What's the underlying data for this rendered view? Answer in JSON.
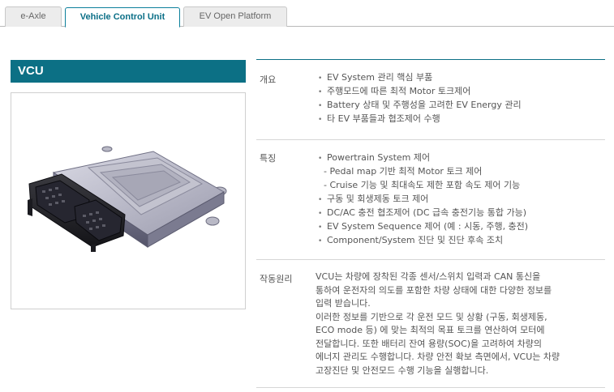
{
  "tabs": [
    {
      "label": "e-Axle"
    },
    {
      "label": "Vehicle Control Unit"
    },
    {
      "label": "EV Open Platform"
    }
  ],
  "active_tab_index": 1,
  "product": {
    "title": "VCU",
    "image_alt_icon": "vcu-hardware-image"
  },
  "sections": {
    "overview": {
      "label": "개요",
      "items": [
        "EV System 관리 핵심 부품",
        "주행모드에 따른 최적 Motor 토크제어",
        "Battery 상태 및 주행성을 고려한 EV Energy 관리",
        "타 EV 부품들과 협조제어 수행"
      ]
    },
    "features": {
      "label": "특징",
      "items": [
        {
          "text": "Powertrain System 제어",
          "sub": false
        },
        {
          "text": "- Pedal map 기반 최적 Motor 토크 제어",
          "sub": true
        },
        {
          "text": "- Cruise 기능 및 최대속도 제한 포함 속도 제어 기능",
          "sub": true
        },
        {
          "text": "구동 및 회생제동 토크 제어",
          "sub": false
        },
        {
          "text": "DC/AC 충전 협조제어 (DC 급속 충전기능 통합 가능)",
          "sub": false
        },
        {
          "text": "EV System Sequence 제어 (예 : 시동, 주행, 충전)",
          "sub": false
        },
        {
          "text": "Component/System 진단 및 진단 후속 조치",
          "sub": false
        }
      ]
    },
    "principle": {
      "label": "작동원리",
      "lines": [
        "VCU는 차량에 장착된 각종 센서/스위치 입력과 CAN 통신을",
        "통하여 운전자의 의도를 포함한 차량 상태에 대한 다양한 정보를",
        "입력 받습니다.",
        "이러한 정보를 기반으로 각 운전 모드 및 상황 (구동, 회생제동,",
        "ECO mode 등) 에 맞는 최적의 목표 토크를 연산하여 모터에",
        "전달합니다. 또한 배터리 잔여 용량(SOC)을 고려하여 차량의",
        "에너지 관리도 수행합니다. 차량 안전 확보 측면에서, VCU는 차량",
        "고장진단 및 안전모드 수행 기능을 실행합니다."
      ]
    }
  },
  "colors": {
    "accent": "#0c7085",
    "tab_active_text": "#0b6f87",
    "text": "#555555",
    "rule": "#d6d6d6"
  }
}
